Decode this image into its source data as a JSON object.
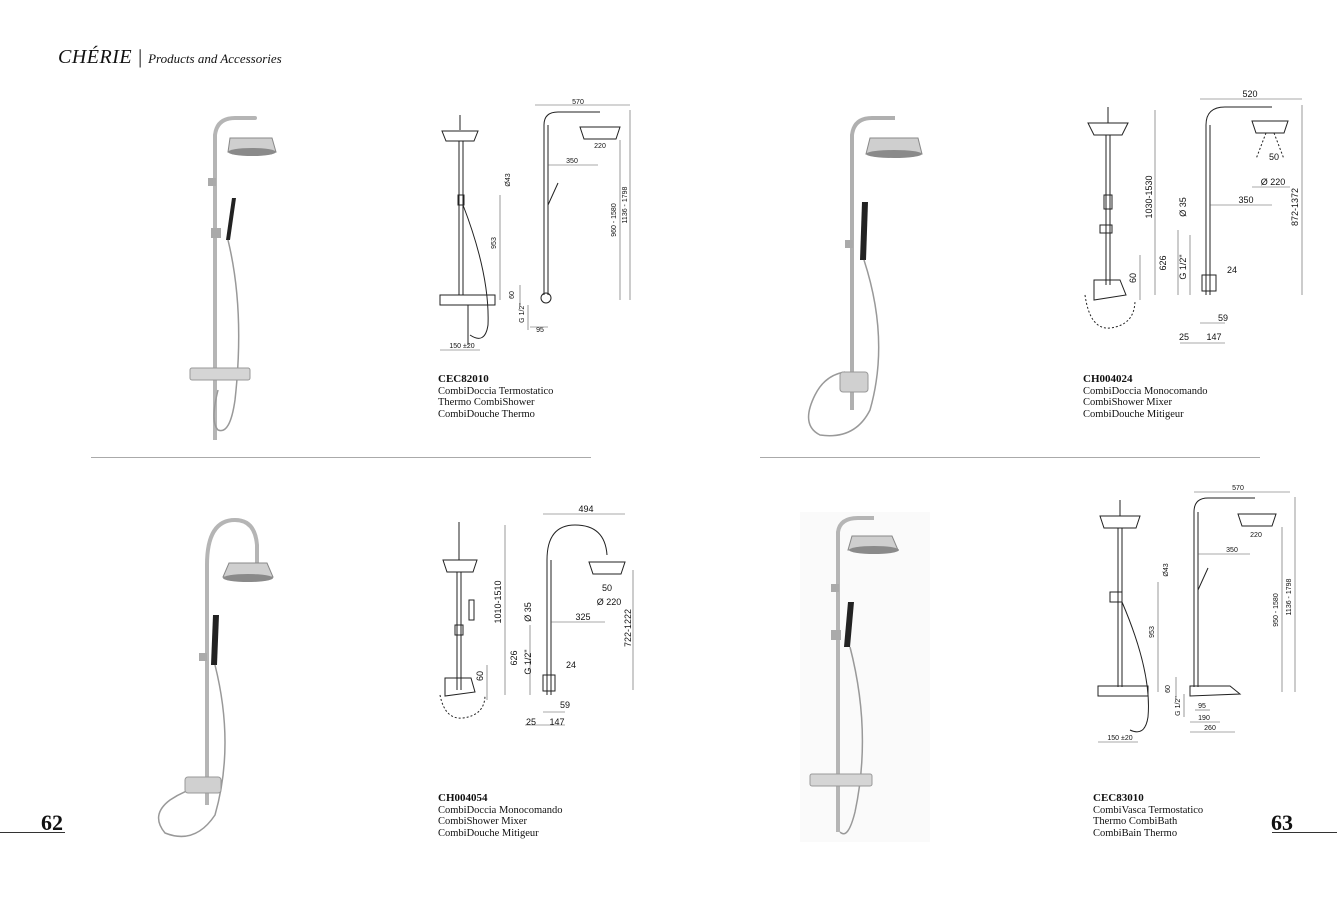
{
  "header": {
    "brand": "CHÉRIE",
    "separator": "|",
    "subtitle": "Products and Accessories"
  },
  "pages": {
    "left": "62",
    "right": "63"
  },
  "products": [
    {
      "code": "CEC82010",
      "lines": [
        "CombiDoccia Termostatico",
        "Thermo CombiShower",
        "CombiDouche Thermo"
      ],
      "dims": [
        "570",
        "220",
        "350",
        "Ø43",
        "953",
        "960 - 1580",
        "1136 - 1798",
        "60",
        "G 1/2\"",
        "95",
        "150 ±20"
      ]
    },
    {
      "code": "CH004024",
      "lines": [
        "CombiDoccia Monocomando",
        "CombiShower Mixer",
        "CombiDouche Mitigeur"
      ],
      "dims": [
        "520",
        "50",
        "Ø 220",
        "1030-1530",
        "Ø 35",
        "350",
        "872-1372",
        "626",
        "G 1/2\"",
        "60",
        "24",
        "59",
        "25",
        "147"
      ]
    },
    {
      "code": "CH004054",
      "lines": [
        "CombiDoccia Monocomando",
        "CombiShower Mixer",
        "CombiDouche Mitigeur"
      ],
      "dims": [
        "494",
        "1010-1510",
        "Ø 35",
        "50",
        "Ø 220",
        "325",
        "722-1222",
        "626",
        "G 1/2\"",
        "60",
        "24",
        "59",
        "25",
        "147"
      ]
    },
    {
      "code": "CEC83010",
      "lines": [
        "CombiVasca Termostatico",
        "Thermo CombiBath",
        "CombiBain Thermo"
      ],
      "dims": [
        "570",
        "220",
        "350",
        "Ø43",
        "953",
        "950 - 1580",
        "1136 - 1798",
        "60",
        "G 1/2\"",
        "95",
        "190",
        "260",
        "150 ±20"
      ]
    }
  ]
}
